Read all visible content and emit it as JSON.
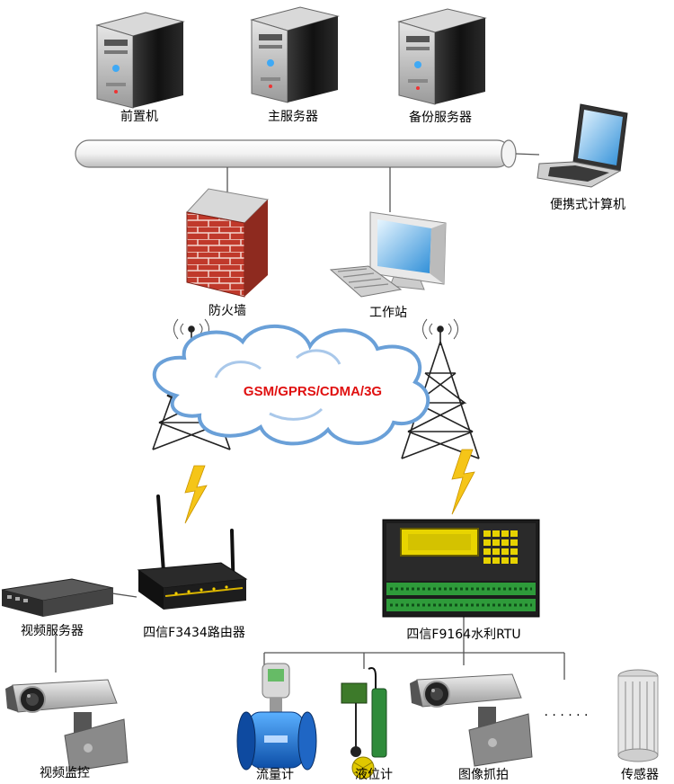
{
  "labels": {
    "front_server": "前置机",
    "main_server": "主服务器",
    "backup_server": "备份服务器",
    "laptop": "便携式计算机",
    "firewall": "防火墙",
    "workstation": "工作站",
    "network": "GSM/GPRS/CDMA/3G",
    "video_server": "视频服务器",
    "router": "四信F3434路由器",
    "rtu": "四信F9164水利RTU",
    "video_monitor": "视频监控",
    "flow_meter": "流量计",
    "level_meter": "液位计",
    "image_capture": "图像抓拍",
    "sensor": "传感器",
    "ellipsis": "· · · · · ·"
  },
  "colors": {
    "network_text": "#e01010",
    "lightning": "#f5c518",
    "cloud_stroke": "#6aa0d8",
    "brick": "#c0392b",
    "server_body": "#1a1a1a",
    "rtu_display": "#e8d400",
    "terminal_green": "#2e9b3a"
  }
}
